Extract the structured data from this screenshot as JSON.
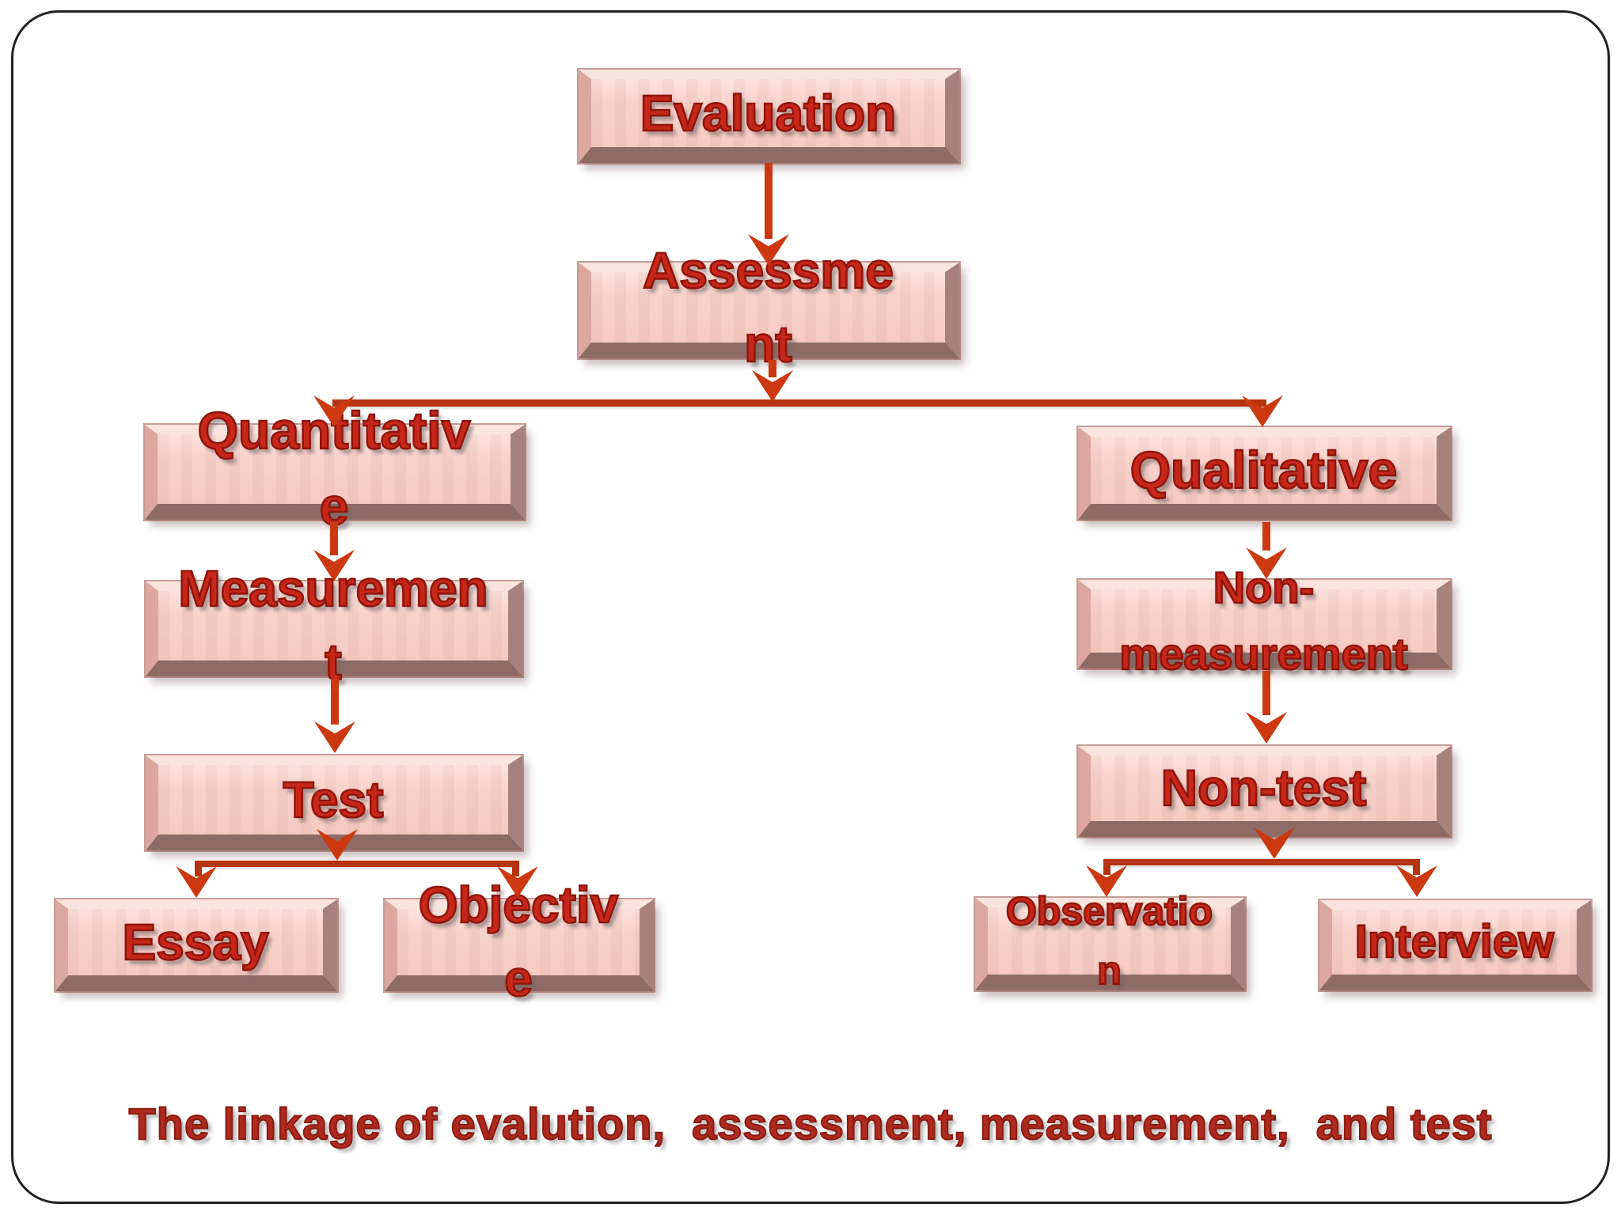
{
  "slide": {
    "caption": "The linkage of evalution,  assessment, measurement,  and test"
  },
  "nodes": {
    "evaluation": {
      "label": "Evaluation"
    },
    "assessment": {
      "label": "Assessme\nnt"
    },
    "quantitative": {
      "label": "Quantitativ\ne"
    },
    "measurement": {
      "label": "Measuremen\nt"
    },
    "test": {
      "label": "Test"
    },
    "essay": {
      "label": "Essay"
    },
    "objective": {
      "label": "Objectiv\ne"
    },
    "qualitative": {
      "label": "Qualitative"
    },
    "non_measurement": {
      "label": "Non-\nmeasurement"
    },
    "non_test": {
      "label": "Non-test"
    },
    "observation": {
      "label": "Observatio\nn"
    },
    "interview": {
      "label": "Interview"
    }
  },
  "colors": {
    "box_fill": "#f8d2cb",
    "bevel_dark": "#8f6b66",
    "bevel_light": "#fbe4de",
    "text_red": "#c7271a",
    "text_outline": "#8f150a",
    "arrow": "#cc3910",
    "connector_line": "#b5330e",
    "caption_red": "#ae2a1e",
    "slide_border": "#222222"
  }
}
